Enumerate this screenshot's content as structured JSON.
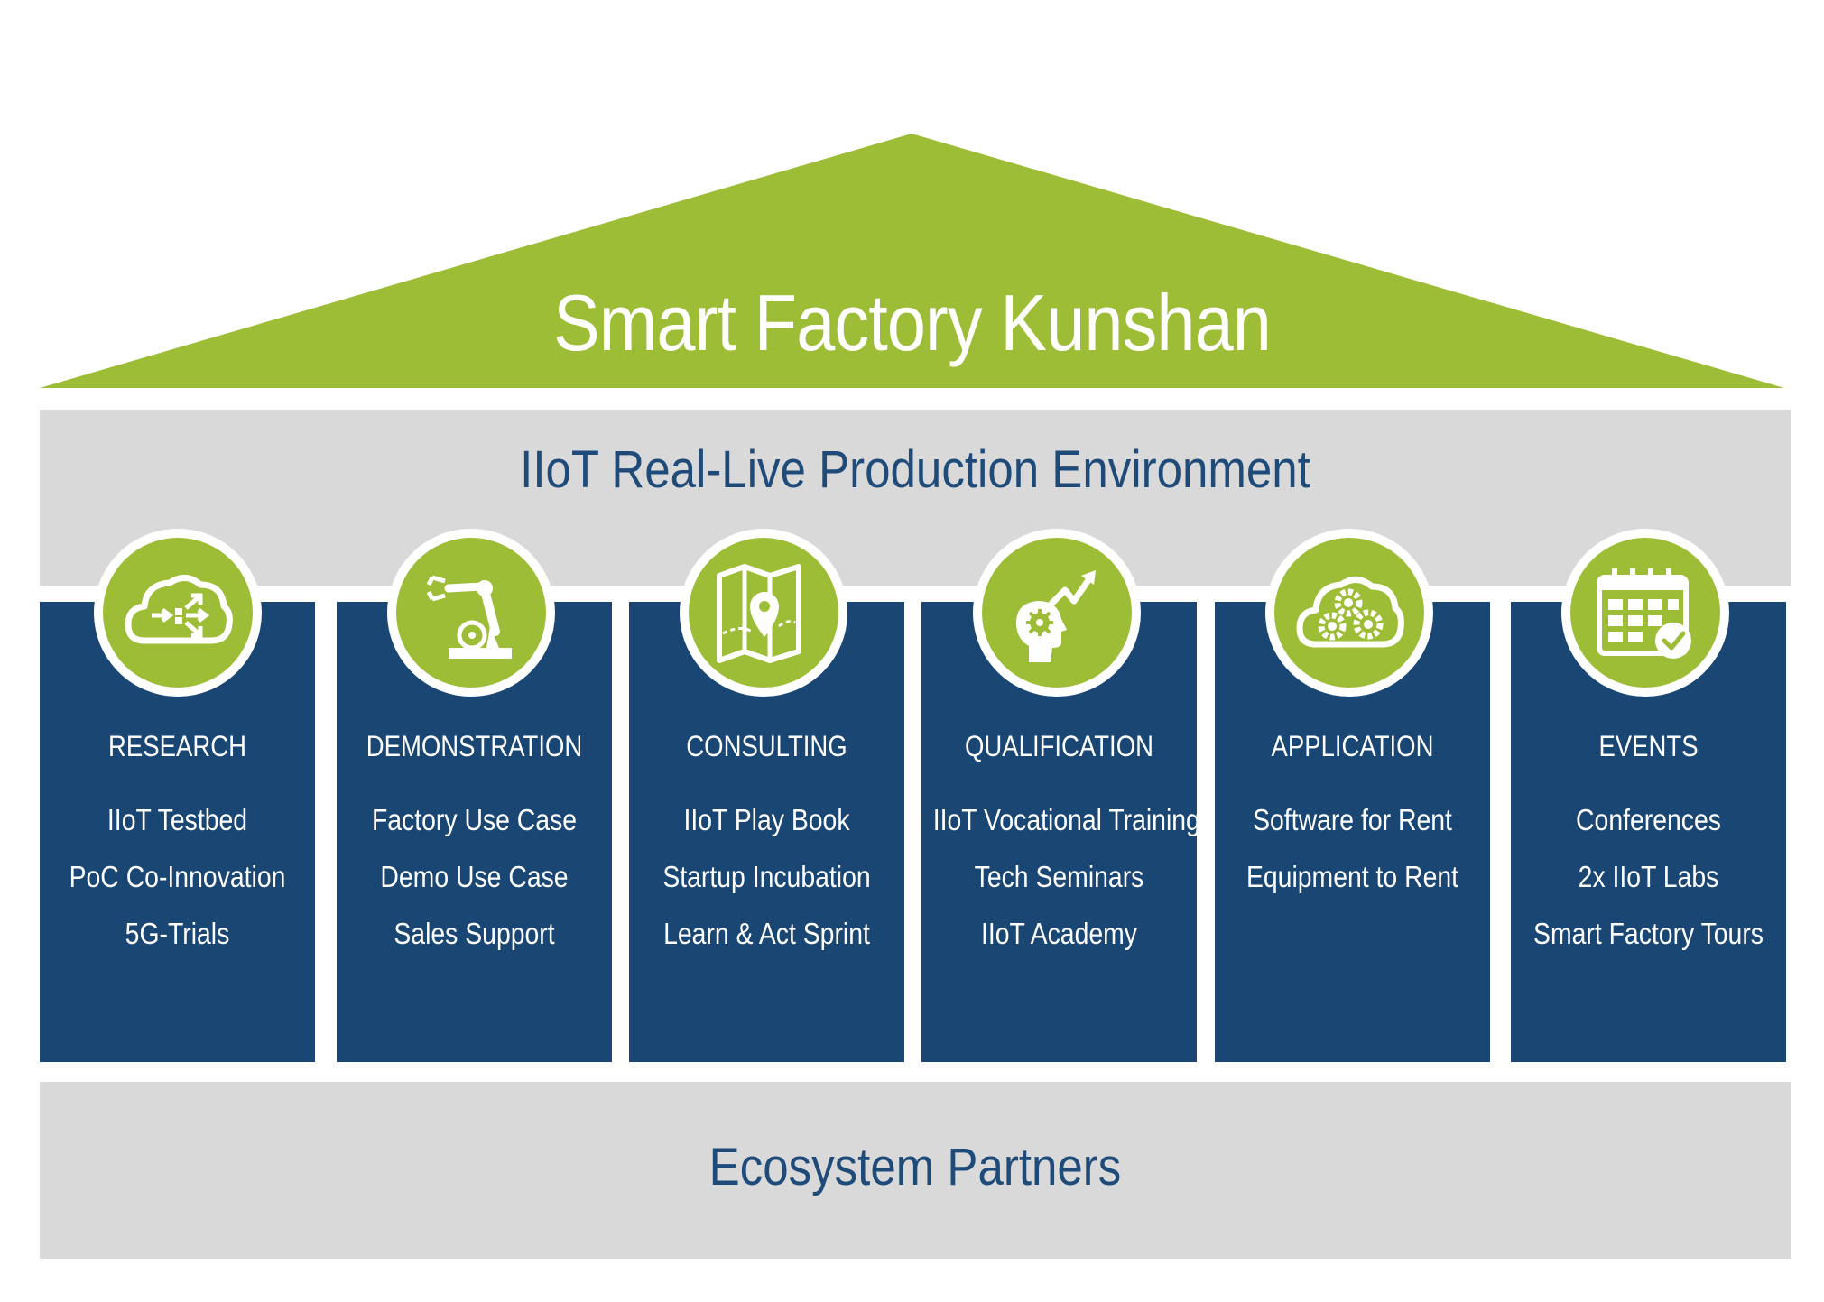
{
  "title": "Smart Factory Kunshan",
  "top_band": "IIoT Real-Live Production Environment",
  "bottom_band": "Ecosystem Partners",
  "colors": {
    "green": "#9ebd36",
    "navy": "#1a4674",
    "grey": "#d9d9d9",
    "title_blue": "#1f4b7a"
  },
  "pillars": [
    {
      "title": "RESEARCH",
      "icon": "cloud-arrows-icon",
      "items": [
        "IIoT Testbed",
        "PoC Co-Innovation",
        "5G-Trials"
      ]
    },
    {
      "title": "DEMONSTRATION",
      "icon": "robot-arm-icon",
      "items": [
        "Factory Use Case",
        "Demo Use Case",
        "Sales Support"
      ]
    },
    {
      "title": "CONSULTING",
      "icon": "map-pin-icon",
      "items": [
        "IIoT Play Book",
        "Startup Incubation",
        "Learn & Act Sprint"
      ]
    },
    {
      "title": "QUALIFICATION",
      "icon": "head-gear-growth-icon",
      "items": [
        "IIoT Vocational Training",
        "Tech Seminars",
        "IIoT Academy"
      ]
    },
    {
      "title": "APPLICATION",
      "icon": "cloud-gears-icon",
      "items": [
        "Software for Rent",
        "Equipment to Rent"
      ]
    },
    {
      "title": "EVENTS",
      "icon": "calendar-check-icon",
      "items": [
        "Conferences",
        "2x IIoT Labs",
        "Smart Factory Tours"
      ]
    }
  ]
}
